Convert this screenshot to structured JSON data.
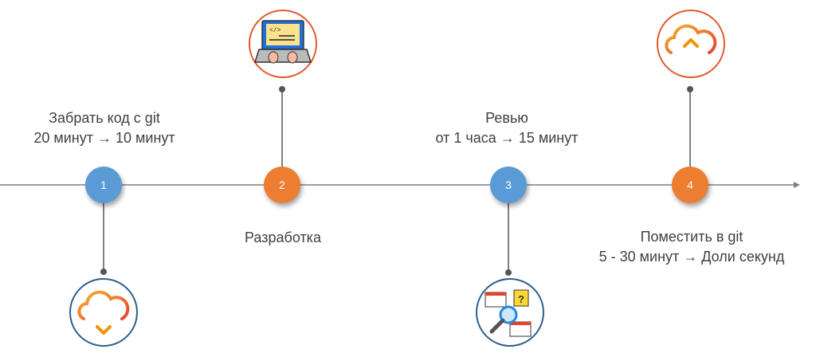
{
  "colors": {
    "blue": "#5B9BD5",
    "orange": "#ED7D31",
    "line": "#7F7F7F"
  },
  "steps": [
    {
      "number": "1",
      "title": "Забрать код с git",
      "detail": "20 минут → 10 минут",
      "icon": "cloud-download-icon"
    },
    {
      "number": "2",
      "title": "Разработка",
      "icon": "laptop-coding-icon"
    },
    {
      "number": "3",
      "title": "Ревью",
      "detail": "от 1 часа → 15 минут",
      "icon": "code-review-magnifier-icon"
    },
    {
      "number": "4",
      "title": "Поместить в git",
      "detail": "5 - 30 минут → Доли секунд",
      "icon": "cloud-upload-icon"
    }
  ]
}
